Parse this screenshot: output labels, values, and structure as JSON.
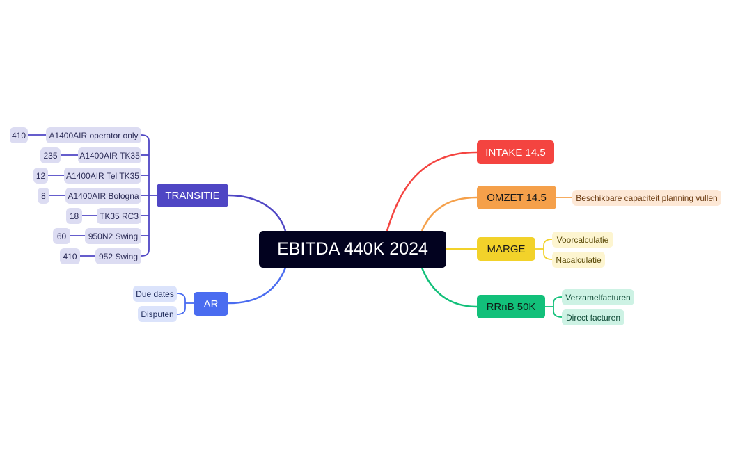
{
  "central": {
    "label": "EBITDA 440K 2024",
    "color": "#02021f"
  },
  "branches": {
    "transitie": {
      "label": "TRANSITIE",
      "color": "#4f46c4",
      "items": [
        {
          "label": "A1400AIR operator only",
          "value": "410"
        },
        {
          "label": "A1400AIR TK35",
          "value": "235"
        },
        {
          "label": "A1400AIR Tel TK35",
          "value": "12"
        },
        {
          "label": "A1400AIR Bologna",
          "value": "8"
        },
        {
          "label": "TK35 RC3",
          "value": "18"
        },
        {
          "label": "950N2 Swing",
          "value": "60"
        },
        {
          "label": "952 Swing",
          "value": "410"
        }
      ]
    },
    "ar": {
      "label": "AR",
      "color": "#4a6cf0",
      "items": [
        {
          "label": "Due dates"
        },
        {
          "label": "Disputen"
        }
      ]
    },
    "intake": {
      "label": "INTAKE 14.5",
      "color": "#f44440"
    },
    "omzet": {
      "label": "OMZET 14.5",
      "color": "#f5a04a",
      "items": [
        {
          "label": "Beschikbare capaciteit planning vullen"
        }
      ]
    },
    "marge": {
      "label": "MARGE",
      "color": "#f2d22a",
      "items": [
        {
          "label": "Voorcalculatie"
        },
        {
          "label": "Nacalculatie"
        }
      ]
    },
    "rrnb": {
      "label": "RRnB 50K",
      "color": "#12c07a",
      "items": [
        {
          "label": "Verzamelfacturen"
        },
        {
          "label": "Direct facturen"
        }
      ]
    }
  }
}
